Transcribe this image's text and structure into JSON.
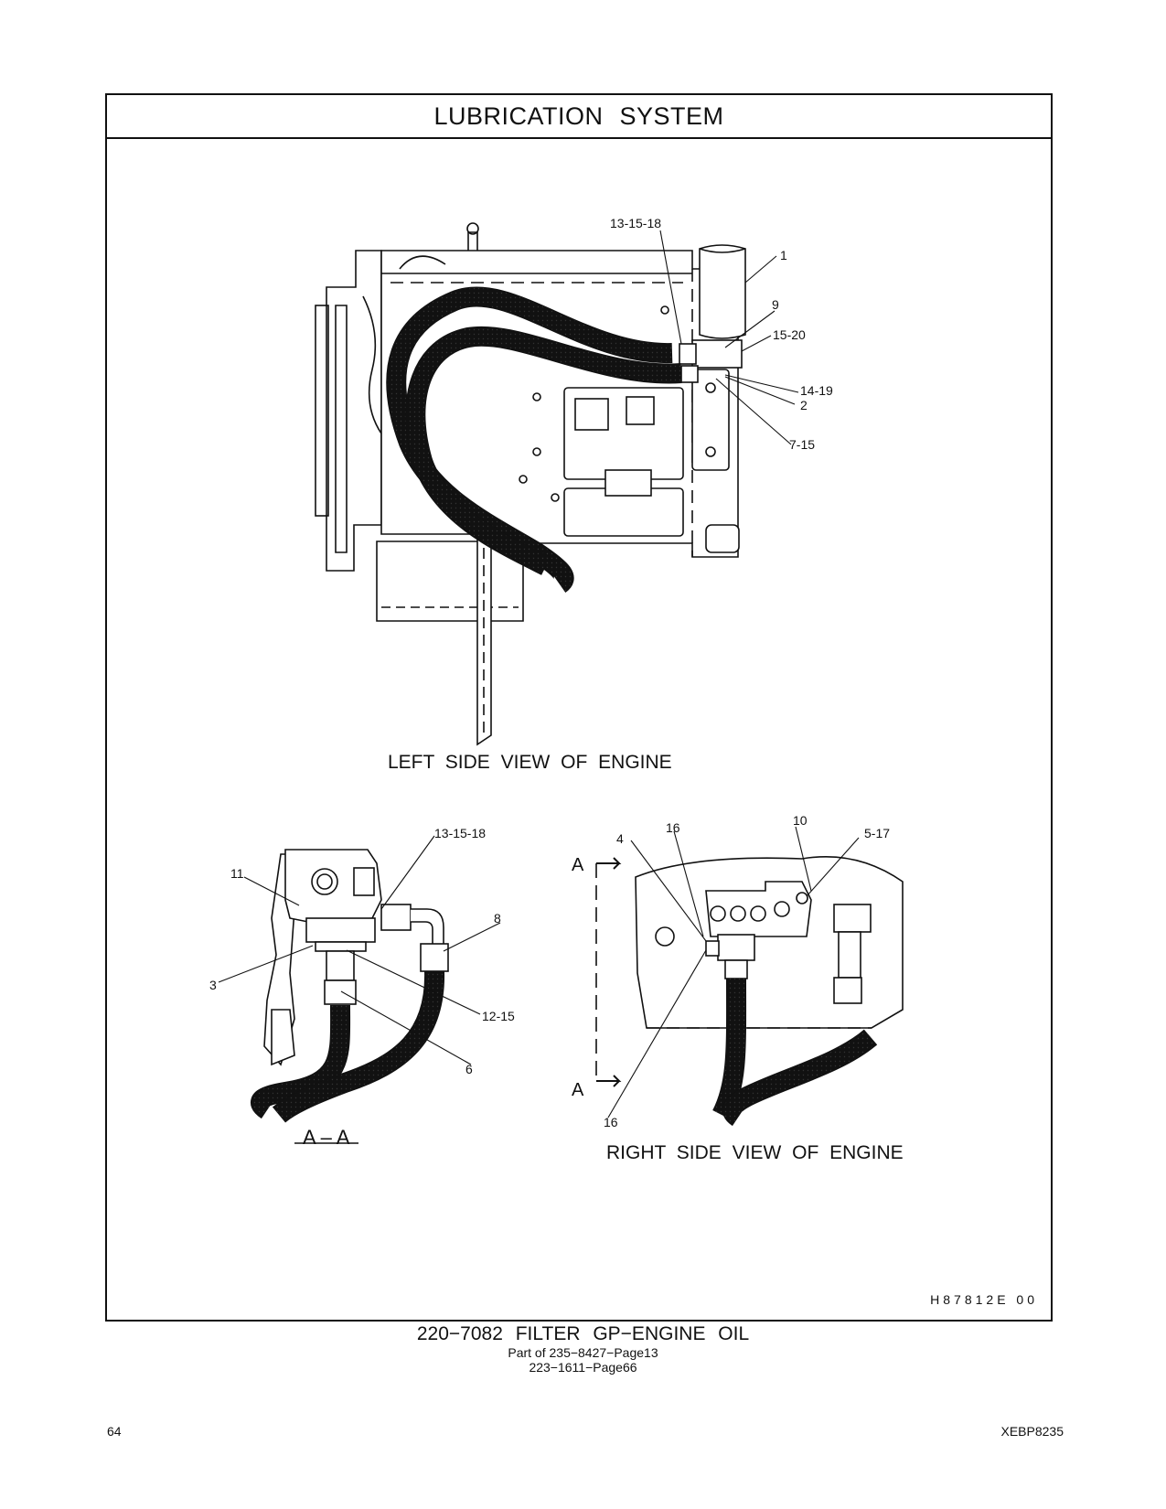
{
  "header": {
    "title": "LUBRICATION  SYSTEM"
  },
  "views": {
    "left": {
      "caption": "LEFT SIDE VIEW OF ENGINE",
      "callouts": [
        "13-15-18",
        "1",
        "9",
        "15-20",
        "14-19",
        "2",
        "7-15"
      ]
    },
    "section": {
      "caption": "A – A",
      "callouts": [
        "13-15-18",
        "11",
        "8",
        "3",
        "12-15",
        "6"
      ]
    },
    "right": {
      "caption": "RIGHT SIDE VIEW OF ENGINE",
      "callouts": [
        "4",
        "16",
        "10",
        "5-17",
        "16"
      ],
      "section_marks": [
        "A",
        "A"
      ]
    }
  },
  "illustration_id": "H87812E   00",
  "part": {
    "title": "220−7082  FILTER GP−ENGINE OIL",
    "references": [
      "Part of 235−8427−Page13",
      "223−1611−Page66"
    ]
  },
  "footer": {
    "page_number": "64",
    "document_id": "XEBP8235"
  }
}
